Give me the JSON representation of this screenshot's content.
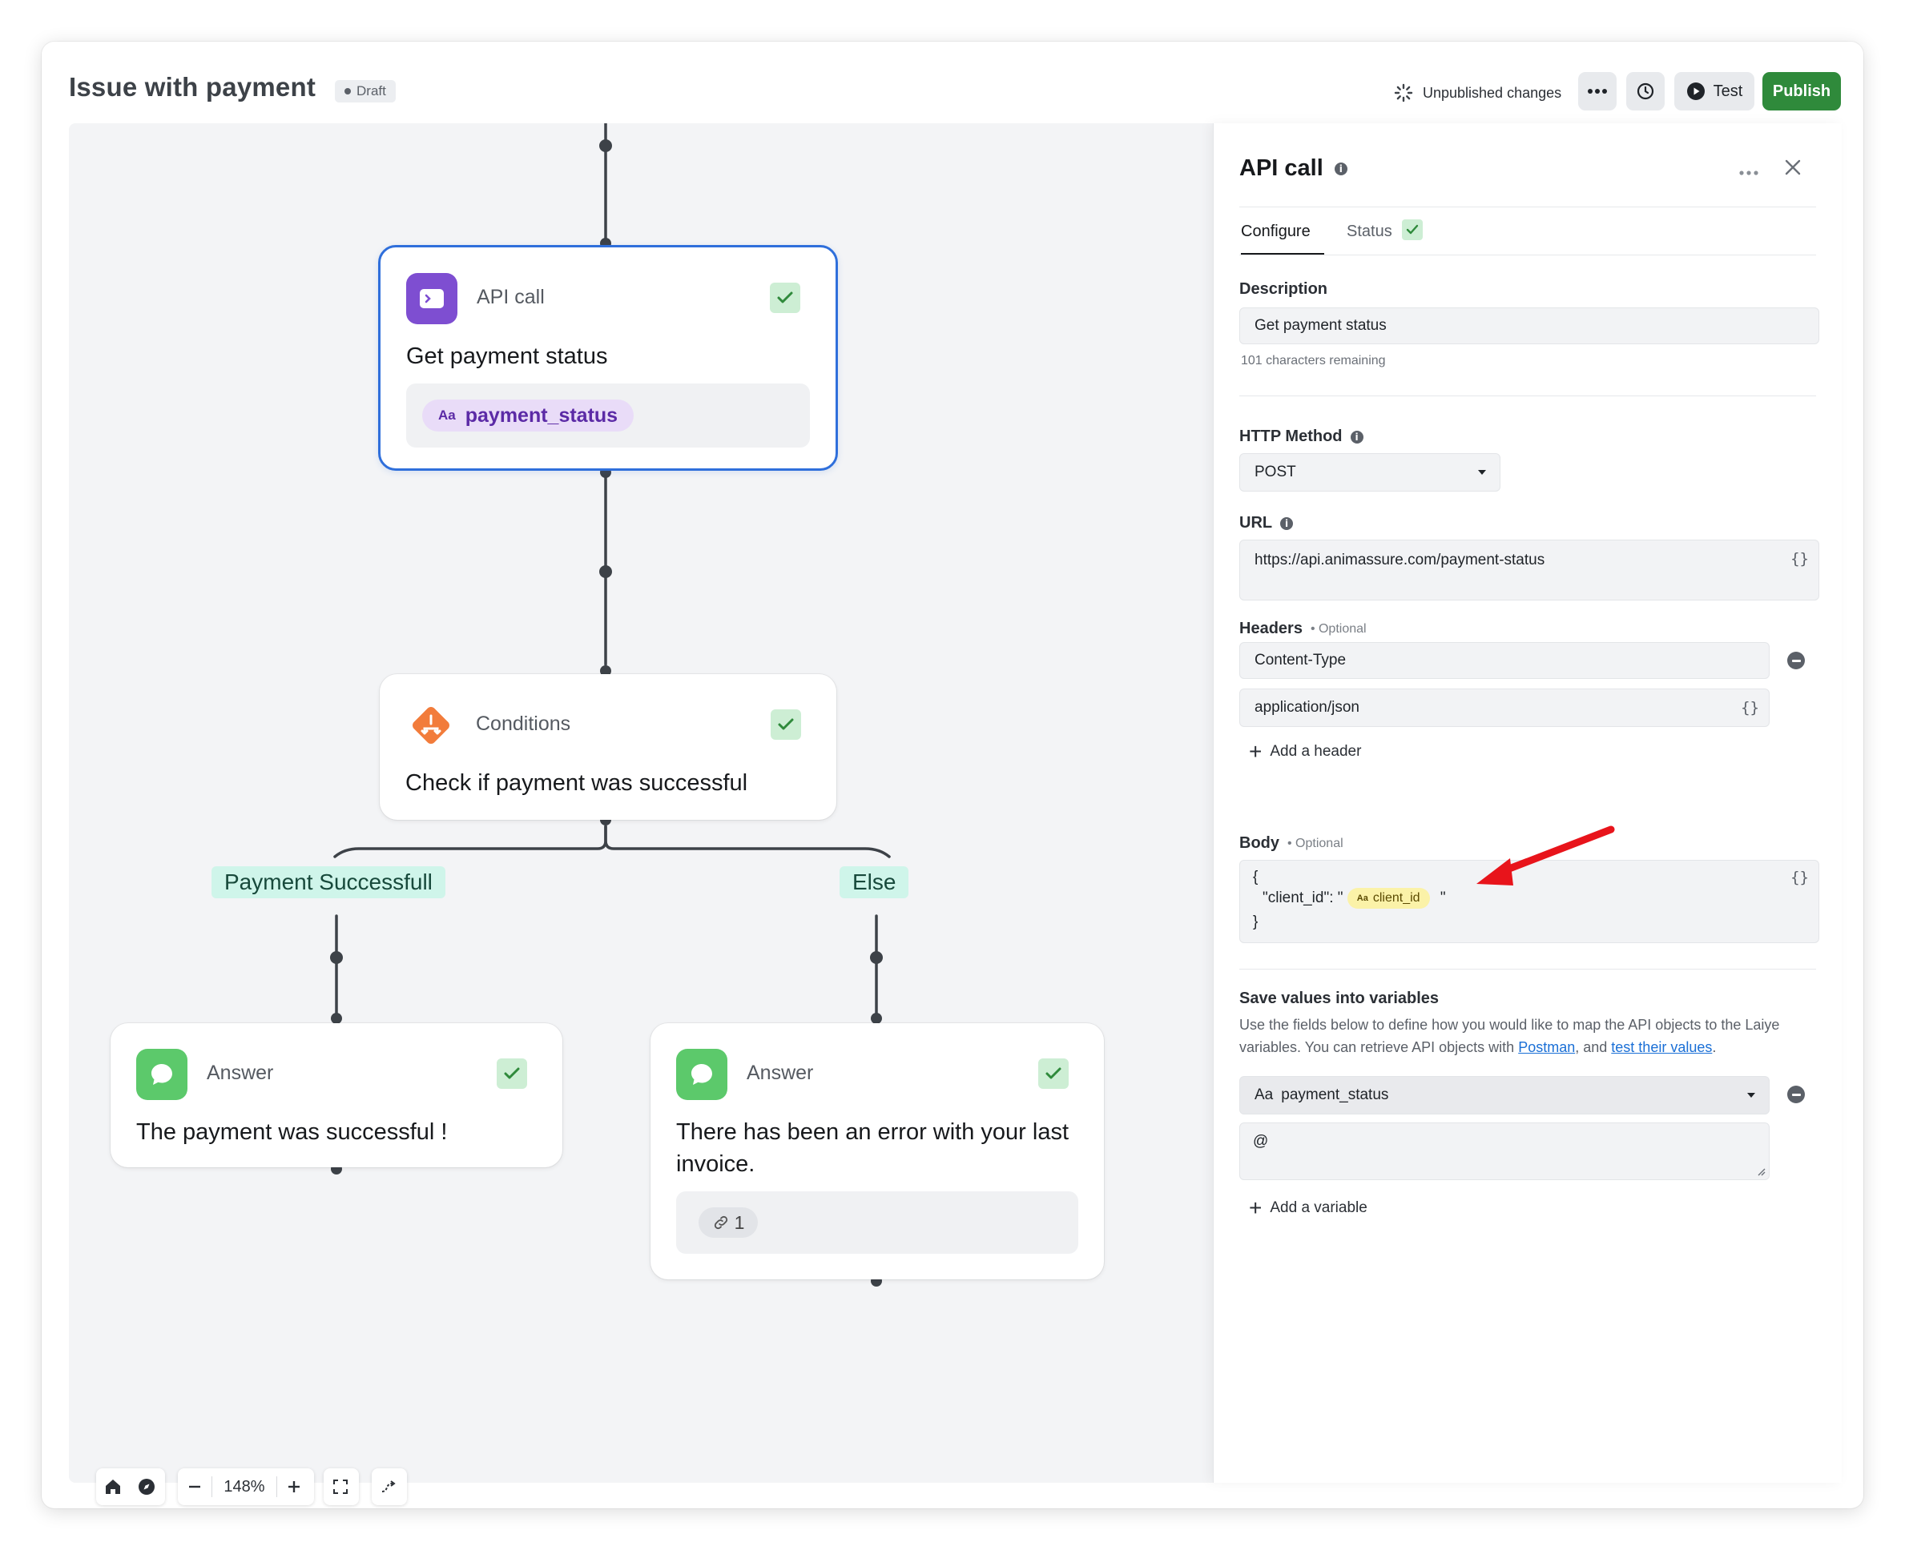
{
  "header": {
    "title": "Issue with payment",
    "draft_badge": "Draft",
    "unpublished_label": "Unpublished changes",
    "more_icon": "more-icon",
    "history_icon": "clock-icon",
    "test_label": "Test",
    "publish_label": "Publish"
  },
  "canvas": {
    "nodes": {
      "api": {
        "type": "API call",
        "title": "Get payment status",
        "variable_prefix": "Aa",
        "variable": "payment_status",
        "accent": "#7e4ed1"
      },
      "conditions": {
        "type": "Conditions",
        "title": "Check if payment was successful",
        "accent": "#f27c3b"
      },
      "answer_success": {
        "type": "Answer",
        "title": "The payment was successful !",
        "accent": "#5cc96b"
      },
      "answer_else": {
        "type": "Answer",
        "title": "There has been an error with your last invoice.",
        "link_count": "1",
        "accent": "#5cc96b"
      }
    },
    "branches": {
      "success": "Payment Successfull",
      "else": "Else"
    },
    "toolbar": {
      "zoom": "148%"
    }
  },
  "panel": {
    "title": "API call",
    "tabs": {
      "configure": "Configure",
      "status": "Status"
    },
    "description": {
      "label": "Description",
      "value": "Get payment status",
      "hint": "101 characters remaining"
    },
    "http_method": {
      "label": "HTTP Method",
      "value": "POST"
    },
    "url": {
      "label": "URL",
      "value": "https://api.animassure.com/payment-status"
    },
    "headers": {
      "label": "Headers",
      "optional": "• Optional",
      "key": "Content-Type",
      "value": "application/json",
      "add_label": "Add a header"
    },
    "body": {
      "label": "Body",
      "optional": "• Optional",
      "line1": "{",
      "line2_prefix": "\"client_id\": \"",
      "variable_prefix": "Aa",
      "variable": "client_id",
      "line2_suffix": "\"",
      "line3": "}"
    },
    "save_values": {
      "label": "Save values into variables",
      "desc_part1": "Use the fields below to define how you would like to map the API objects to the Laiye variables. You can retrieve API objects with ",
      "link1": "Postman",
      "desc_part2": ", and ",
      "link2": "test their values",
      "desc_part3": ".",
      "variable_prefix": "Aa",
      "variable": "payment_status",
      "mapping_value": "@",
      "add_label": "Add a variable"
    }
  },
  "colors": {
    "publish": "#2f8a3b",
    "selected_border": "#2f6fdb",
    "branch_bg": "#cff5ea",
    "annotation_arrow": "#e8141b"
  }
}
